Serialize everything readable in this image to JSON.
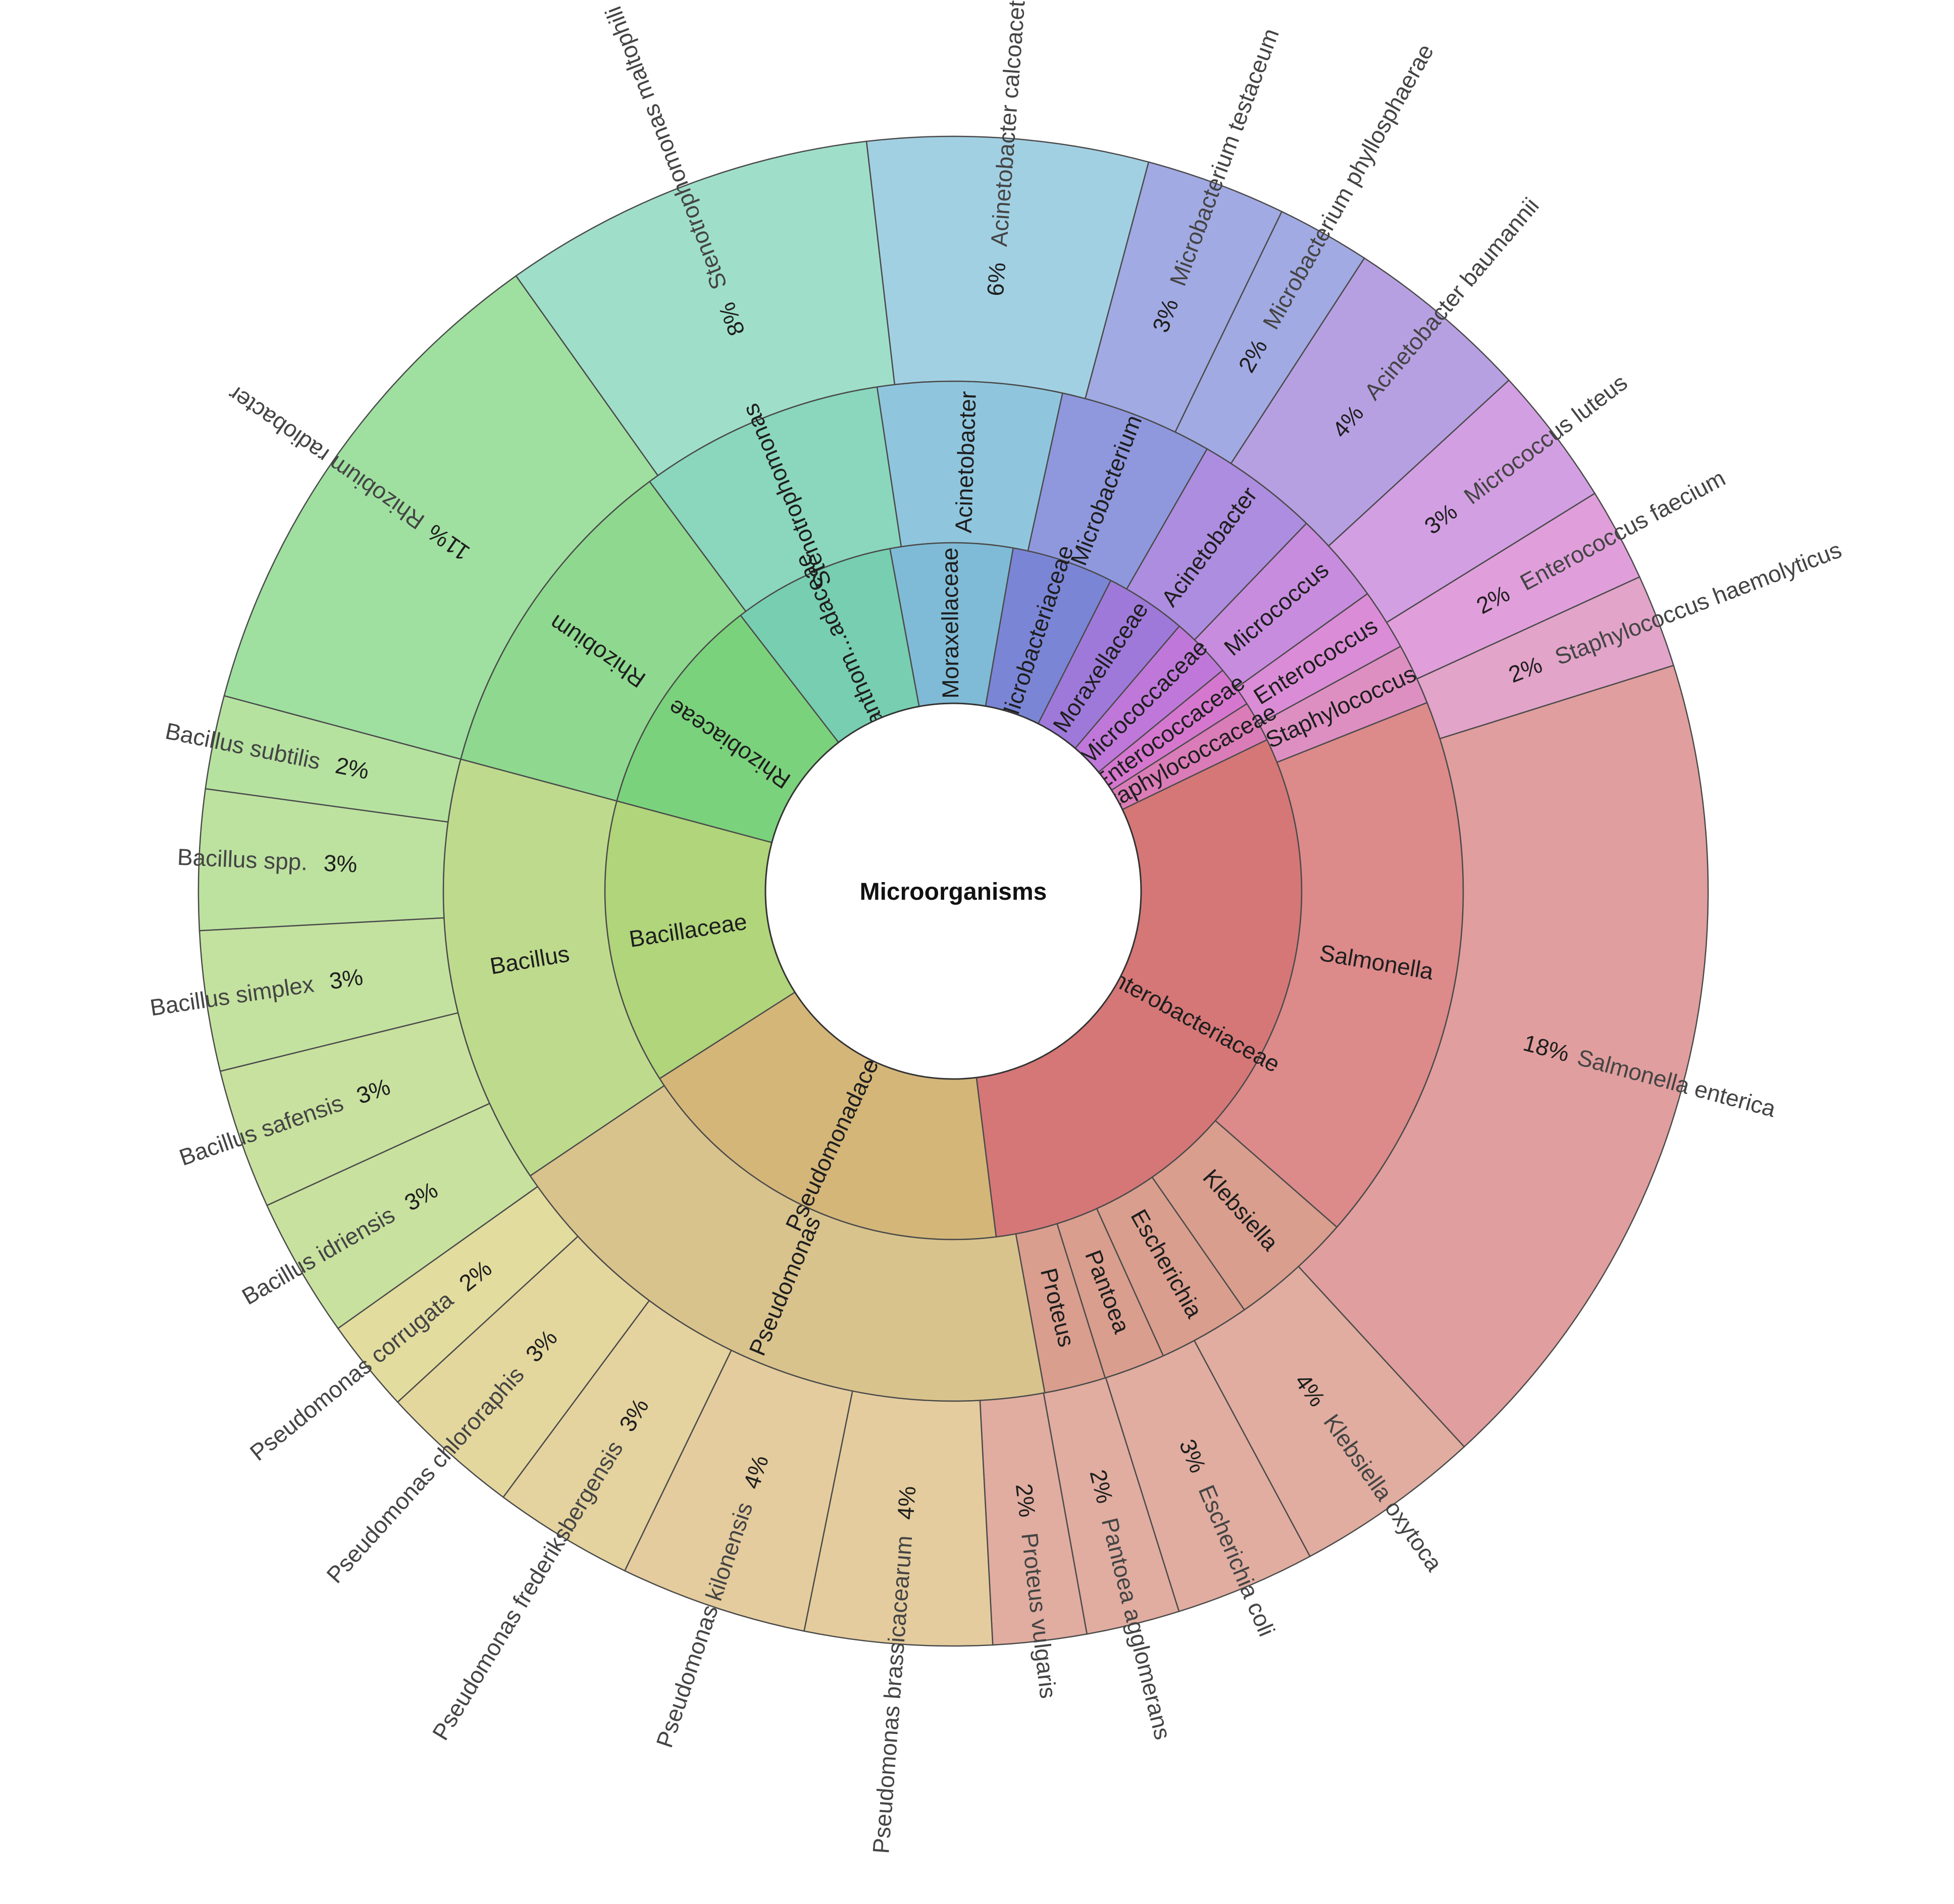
{
  "chart_data": {
    "type": "sunburst",
    "title": "",
    "center_label": "Microorganisms",
    "percent_suffix": "%",
    "rings": {
      "family": [
        {
          "name": "Rhizobiaceae",
          "value": 11,
          "color": "#7bd27c"
        },
        {
          "name": "Xanthom...adaceae",
          "value": 8,
          "color": "#77ceb1"
        },
        {
          "name": "Moraxellaceae",
          "value": 6,
          "color": "#7fbbd6"
        },
        {
          "name": "Microbacteriaceae",
          "value": 5,
          "color": "#7b85d6"
        },
        {
          "name": "Moraxellaceae",
          "value": 4,
          "color": "#9e79d9"
        },
        {
          "name": "Micrococcaceae",
          "value": 3,
          "color": "#bf78da"
        },
        {
          "name": "Enterococcaceae",
          "value": 2,
          "color": "#d577cf"
        },
        {
          "name": "Staphylococcaceae",
          "value": 2,
          "color": "#da7cb7"
        },
        {
          "name": "Enterobacteriaceae",
          "value": 32,
          "color": "#d57777"
        },
        {
          "name": "Pseudomonadaceae",
          "value": 19,
          "color": "#d4b679"
        },
        {
          "name": "Bacillaceae",
          "value": 14,
          "color": "#b0d57a"
        }
      ],
      "genus": [
        {
          "name": "Rhizobium",
          "value": 11,
          "color": "#8ed98f"
        },
        {
          "name": "Stenotrophomonas",
          "value": 8,
          "color": "#8ad7bd"
        },
        {
          "name": "Acinetobacter",
          "value": 6,
          "color": "#8fc6dd"
        },
        {
          "name": "Microbacterium",
          "value": 5,
          "color": "#8f98dd"
        },
        {
          "name": "Acinetobacter",
          "value": 4,
          "color": "#ad8ddf"
        },
        {
          "name": "Micrococcus",
          "value": 3,
          "color": "#c88cdf"
        },
        {
          "name": "Enterococcus",
          "value": 2,
          "color": "#db8cd6"
        },
        {
          "name": "Staphylococcus",
          "value": 2,
          "color": "#de8fc2"
        },
        {
          "name": "Salmonella",
          "value": 18,
          "color": "#dc8a8a"
        },
        {
          "name": "Klebsiella",
          "value": 4,
          "color": "#d99e8e"
        },
        {
          "name": "Escherichia",
          "value": 3,
          "color": "#d99e8e"
        },
        {
          "name": "Pantoea",
          "value": 2,
          "color": "#d99e8e"
        },
        {
          "name": "Proteus",
          "value": 2,
          "color": "#d99e8e"
        },
        {
          "name": "Pseudomonas",
          "value": 19,
          "color": "#d9c38d"
        },
        {
          "name": "Bacillus",
          "value": 14,
          "color": "#bedb8d"
        }
      ],
      "species": [
        {
          "name": "Rhizobium radiobacter",
          "value": 11,
          "color": "#9fe0a0"
        },
        {
          "name": "Stenotrophomonas maltophili",
          "value": 8,
          "color": "#9fdfca"
        },
        {
          "name": "Acinetobacter calcoaceticus",
          "value": 6,
          "color": "#a2d0e3"
        },
        {
          "name": "Microbacterium testaceum",
          "value": 3,
          "color": "#a2aae3"
        },
        {
          "name": "Microbacterium phyllosphaerae",
          "value": 2,
          "color": "#a2aae3"
        },
        {
          "name": "Acinetobacter baumannii",
          "value": 4,
          "color": "#b7a0e2"
        },
        {
          "name": "Micrococcus luteus",
          "value": 3,
          "color": "#d39fe3"
        },
        {
          "name": "Enterococcus faecium",
          "value": 2,
          "color": "#e09fdb"
        },
        {
          "name": "Staphylococcus haemolyticus",
          "value": 2,
          "color": "#e2a4c9"
        },
        {
          "name": "Salmonella enterica",
          "value": 18,
          "color": "#e09e9e"
        },
        {
          "name": "Klebsiella oxytoca",
          "value": 4,
          "color": "#e0ada0"
        },
        {
          "name": "Escherichia coli",
          "value": 3,
          "color": "#e0ada0"
        },
        {
          "name": "Pantoea agglomerans",
          "value": 2,
          "color": "#e0ada0"
        },
        {
          "name": "Proteus vulgaris",
          "value": 2,
          "color": "#e0ada0"
        },
        {
          "name": "Pseudomonas brassicacearum",
          "value": 4,
          "color": "#e4cc9e"
        },
        {
          "name": "Pseudomonas kilonensis",
          "value": 4,
          "color": "#e4cc9e"
        },
        {
          "name": "Pseudomonas frederiksbergensis",
          "value": 3,
          "color": "#e4d39e"
        },
        {
          "name": "Pseudomonas chlororaphis",
          "value": 3,
          "color": "#e4d79e"
        },
        {
          "name": "Pseudomonas corrugata",
          "value": 2,
          "color": "#e2dc9f"
        },
        {
          "name": "Bacillus idriensis",
          "value": 3,
          "color": "#c8e19f"
        },
        {
          "name": "Bacillus safensis",
          "value": 3,
          "color": "#c8e19f"
        },
        {
          "name": "Bacillus simplex",
          "value": 3,
          "color": "#c4e29f"
        },
        {
          "name": "Bacillus spp.",
          "value": 3,
          "color": "#bde2a0"
        },
        {
          "name": "Bacillus subtilis",
          "value": 2,
          "color": "#b6e2a0"
        }
      ]
    }
  }
}
